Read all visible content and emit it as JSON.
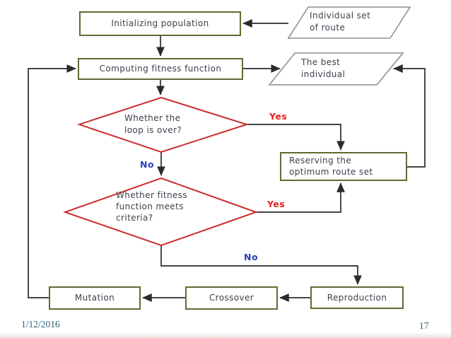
{
  "colors": {
    "box-border": "#5e6c33",
    "io-border": "#8f8f8f",
    "diamond-border": "#cb2d2d",
    "edge": "#2b2b2b",
    "node-text": "#3f3f4d",
    "yes": "#e32222",
    "no": "#2940b4",
    "footer": "#2e6577"
  },
  "flowchart": {
    "nodes": {
      "initializing": {
        "label": "Initializing population",
        "shape": "process"
      },
      "individual_set": {
        "label": "Individual set\nof route",
        "shape": "io"
      },
      "computing": {
        "label": "Computing fitness function",
        "shape": "process"
      },
      "best_individual": {
        "label": "The best\nindividual",
        "shape": "io"
      },
      "loop_over": {
        "label": "Whether the\nloop is over?",
        "shape": "decision"
      },
      "reserving": {
        "label": "Reserving the\noptimum route set",
        "shape": "process"
      },
      "fitness_criteria": {
        "label": "Whether fitness\nfunction meets\ncriteria?",
        "shape": "decision"
      },
      "reproduction": {
        "label": "Reproduction",
        "shape": "process"
      },
      "crossover": {
        "label": "Crossover",
        "shape": "process"
      },
      "mutation": {
        "label": "Mutation",
        "shape": "process"
      }
    },
    "edge_labels": {
      "yes1": "Yes",
      "no1": "No",
      "yes2": "Yes",
      "no2": "No"
    }
  },
  "footer": {
    "date": "1/12/2016",
    "page": "17"
  }
}
